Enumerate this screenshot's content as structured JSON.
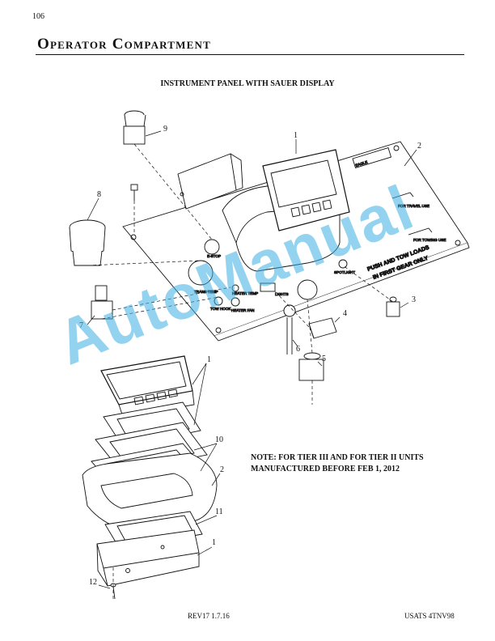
{
  "page_number": "106",
  "section_title": "Operator Compartment",
  "figure_title": "INSTRUMENT PANEL WITH SAUER DISPLAY",
  "note_lines": [
    "NOTE:  FOR TIER III AND FOR TIER II UNITS",
    "MANUFACTURED BEFORE FEB 1, 2012"
  ],
  "callouts": [
    "1",
    "2",
    "3",
    "4",
    "5",
    "6",
    "7",
    "8",
    "9",
    "1",
    "10",
    "2",
    "11",
    "1",
    "12"
  ],
  "panel_labels": {
    "estop": "E-STOP",
    "trans_temp": "TRANS TEMP",
    "heater_temp": "HEATER TEMP",
    "tow_hook": "TOW HOOK",
    "heater_fan": "HEATER FAN",
    "lights": "LIGHTS",
    "spotlight": "SPOTLIGHT",
    "push_tow_1": "PUSH AND TOW LOADS",
    "push_tow_2": "IN FIRST GEAR ONLY",
    "travel": "FOR TRAVEL USE",
    "towing": "FOR TOWING USE",
    "brand": "EAGLE"
  },
  "footer_left": "REV17  1.7.16",
  "footer_right": "USATS  4TNV98",
  "watermark": "AutoManual"
}
